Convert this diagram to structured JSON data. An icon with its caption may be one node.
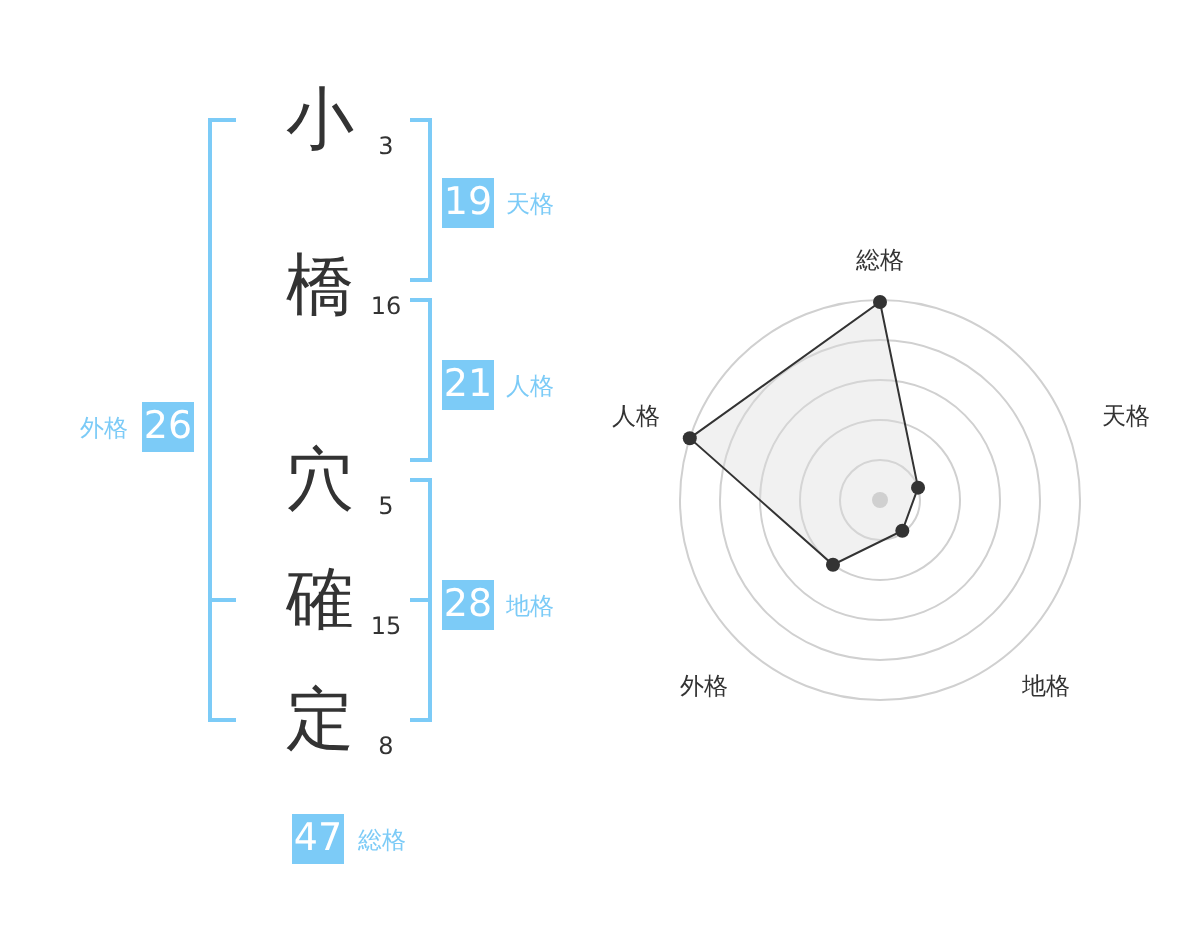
{
  "diagram": {
    "nodes": [
      {
        "text": [
          "19"
        ],
        "beside": [
          "天格"
        ]
      },
      {
        "text": [
          "21"
        ],
        "beside": [
          "人格"
        ]
      },
      {
        "text": [
          "26"
        ],
        "beside": [
          "外格"
        ]
      },
      {
        "text": [
          "28"
        ],
        "beside": [
          "地格"
        ]
      },
      {
        "text": [
          "47"
        ],
        "beside": [
          "総格"
        ]
      }
    ],
    "labels": [
      "小",
      "3",
      "橋",
      "16",
      "穴",
      "5",
      "確",
      "15",
      "定",
      "8",
      "総格",
      "人格",
      "天格",
      "外格",
      "地格"
    ]
  }
}
